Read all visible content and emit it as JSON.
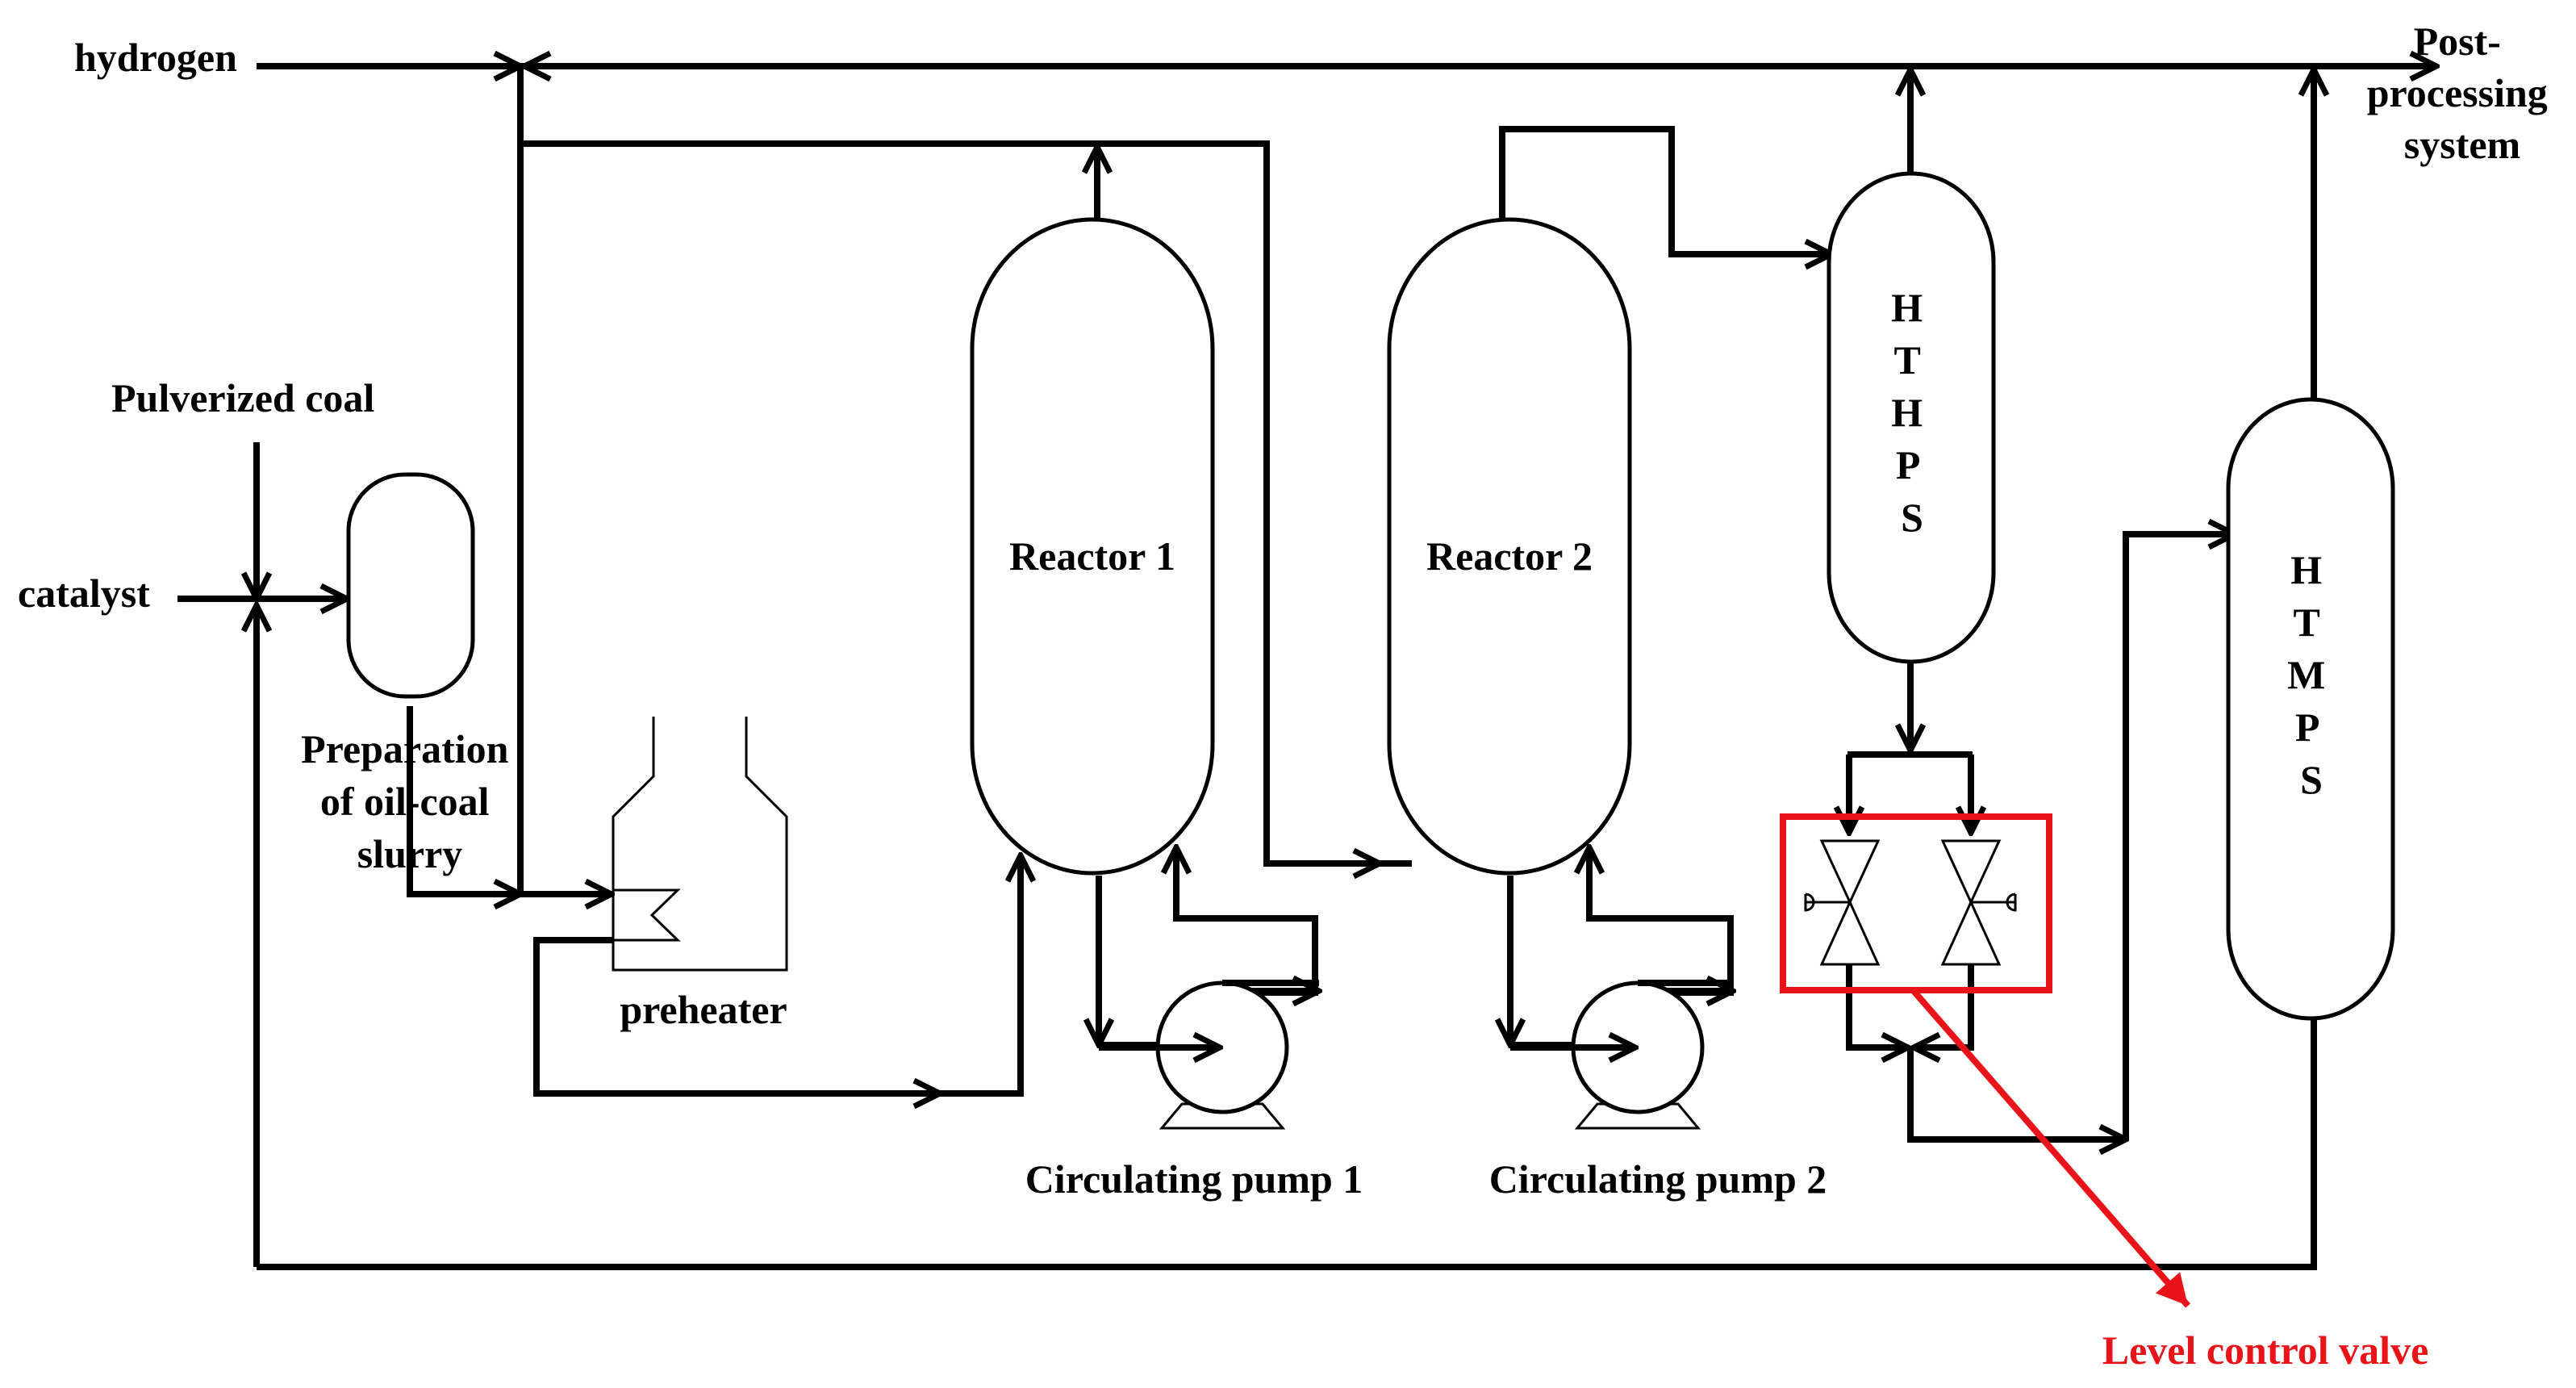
{
  "labels": {
    "hydrogen": "hydrogen",
    "post_processing": [
      "Post-",
      "processing",
      "system"
    ],
    "pulverized_coal": "Pulverized coal",
    "catalyst": "catalyst",
    "preparation": [
      "Preparation",
      "of oil-coal",
      "slurry"
    ],
    "preheater": "preheater",
    "reactor1": "Reactor 1",
    "reactor2": "Reactor 2",
    "hthps": [
      "H",
      "T",
      "H",
      "P",
      "S"
    ],
    "htmps": [
      "H",
      "T",
      "M",
      "P",
      "S"
    ],
    "pump1": "Circulating pump 1",
    "pump2": "Circulating pump 2",
    "level_control_valve": "Level control valve"
  },
  "colors": {
    "line": "#000000",
    "highlight": "#e8141a"
  }
}
